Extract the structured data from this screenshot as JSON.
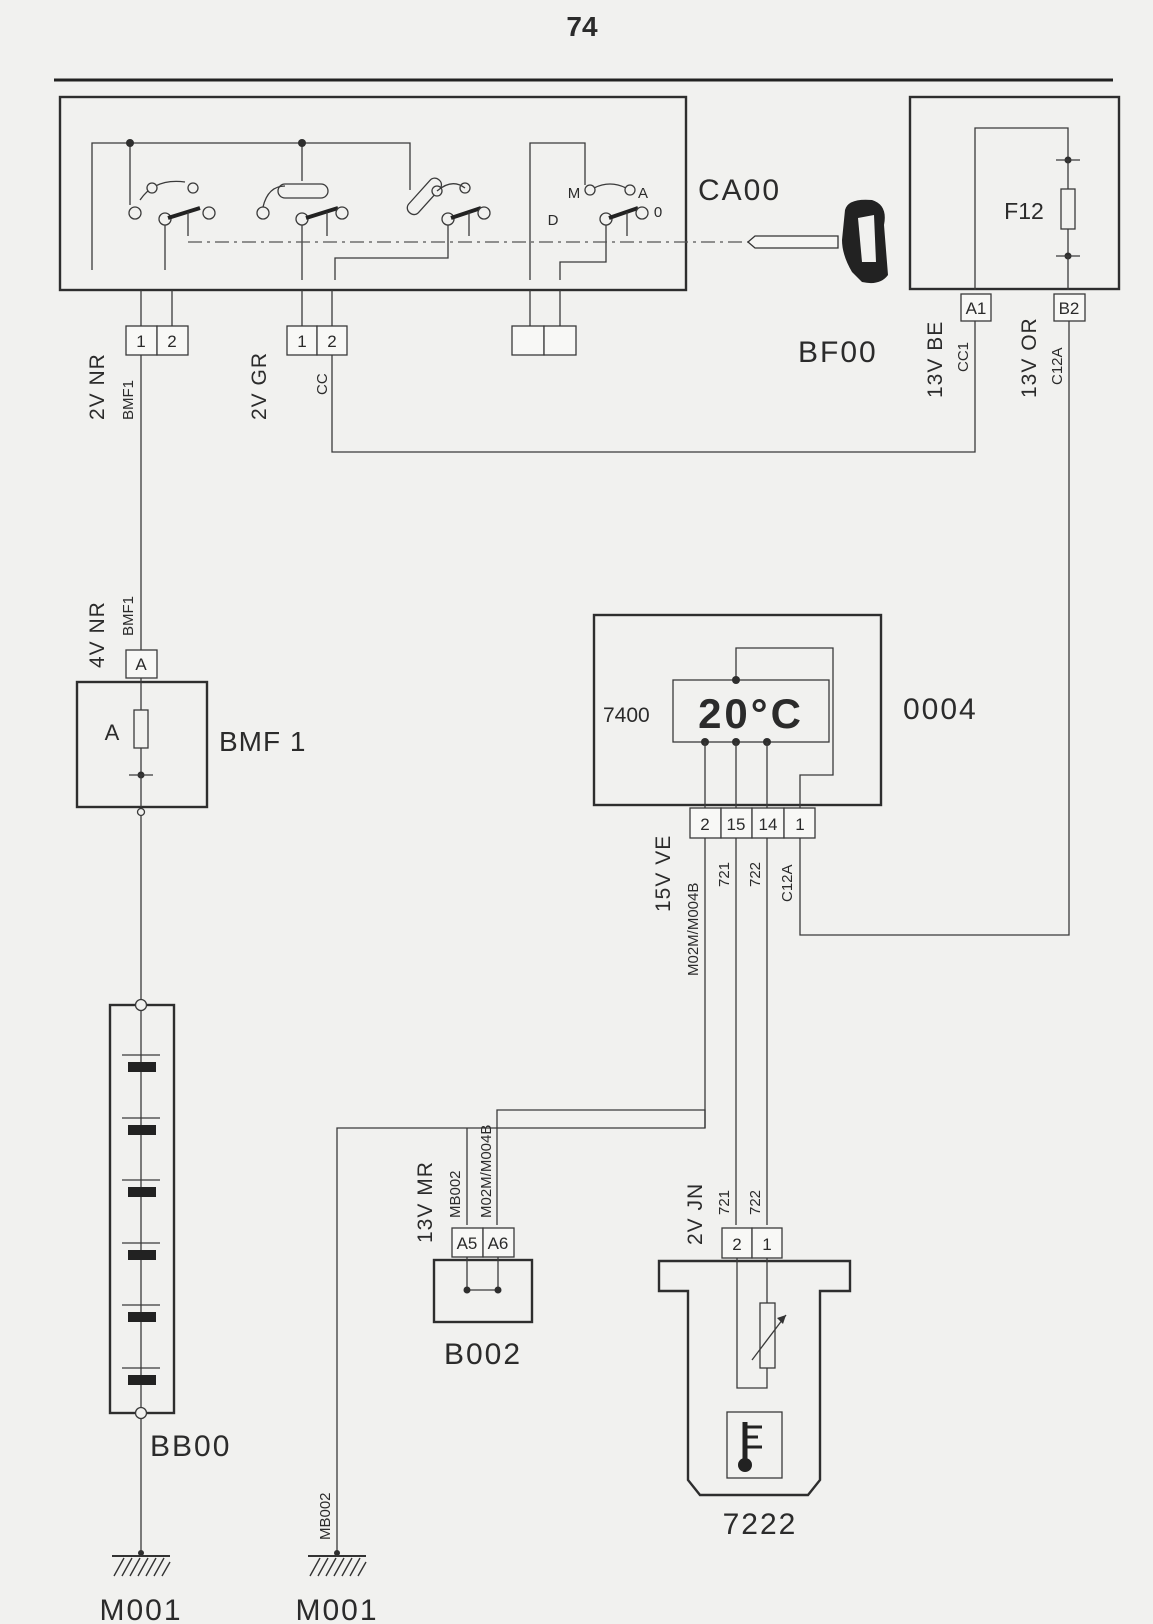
{
  "page": {
    "number": "74"
  },
  "components": {
    "switch": {
      "code": "CA00",
      "pos_m": "M",
      "pos_a": "A",
      "pos_d": "D",
      "pos_0": "0"
    },
    "fusebox_bf00": {
      "code": "BF00",
      "fuse": "F12",
      "pin_a1": "A1",
      "pin_b2": "B2"
    },
    "fusebox_bmf1": {
      "code": "BMF 1",
      "fuse": "A",
      "pin": "A"
    },
    "battery": {
      "code": "BB00"
    },
    "display": {
      "code": "0004",
      "module": "7400",
      "reading": "20°C",
      "pins": [
        "2",
        "15",
        "14",
        "1"
      ]
    },
    "ground_b002": {
      "code": "B002",
      "pins": [
        "A5",
        "A6"
      ]
    },
    "sensor": {
      "code": "7222",
      "pins": [
        "2",
        "1"
      ]
    },
    "earth_left": {
      "code": "M001"
    },
    "earth_right": {
      "code": "M001"
    }
  },
  "wires": {
    "switch_left": {
      "connector": "2V NR",
      "wire": "BMF1",
      "pins": [
        "1",
        "2"
      ]
    },
    "switch_mid": {
      "connector": "2V GR",
      "wire": "CC",
      "pins": [
        "1",
        "2"
      ]
    },
    "bf00_a1": {
      "connector": "13V BE",
      "wire": "CC1"
    },
    "bf00_b2": {
      "connector": "13V OR",
      "wire": "C12A"
    },
    "bmf1_in": {
      "connector": "4V NR",
      "wire": "BMF1"
    },
    "display_out": {
      "connector": "15V VE",
      "wires": [
        "M02M/M004B",
        "721",
        "722",
        "C12A"
      ]
    },
    "b002_in": {
      "connector": "13V MR",
      "wires": [
        "MB002",
        "M02M/M004B"
      ]
    },
    "sensor_in": {
      "connector": "2V JN",
      "wires": [
        "721",
        "722"
      ]
    },
    "ground_wire": {
      "wire": "MB002"
    }
  }
}
